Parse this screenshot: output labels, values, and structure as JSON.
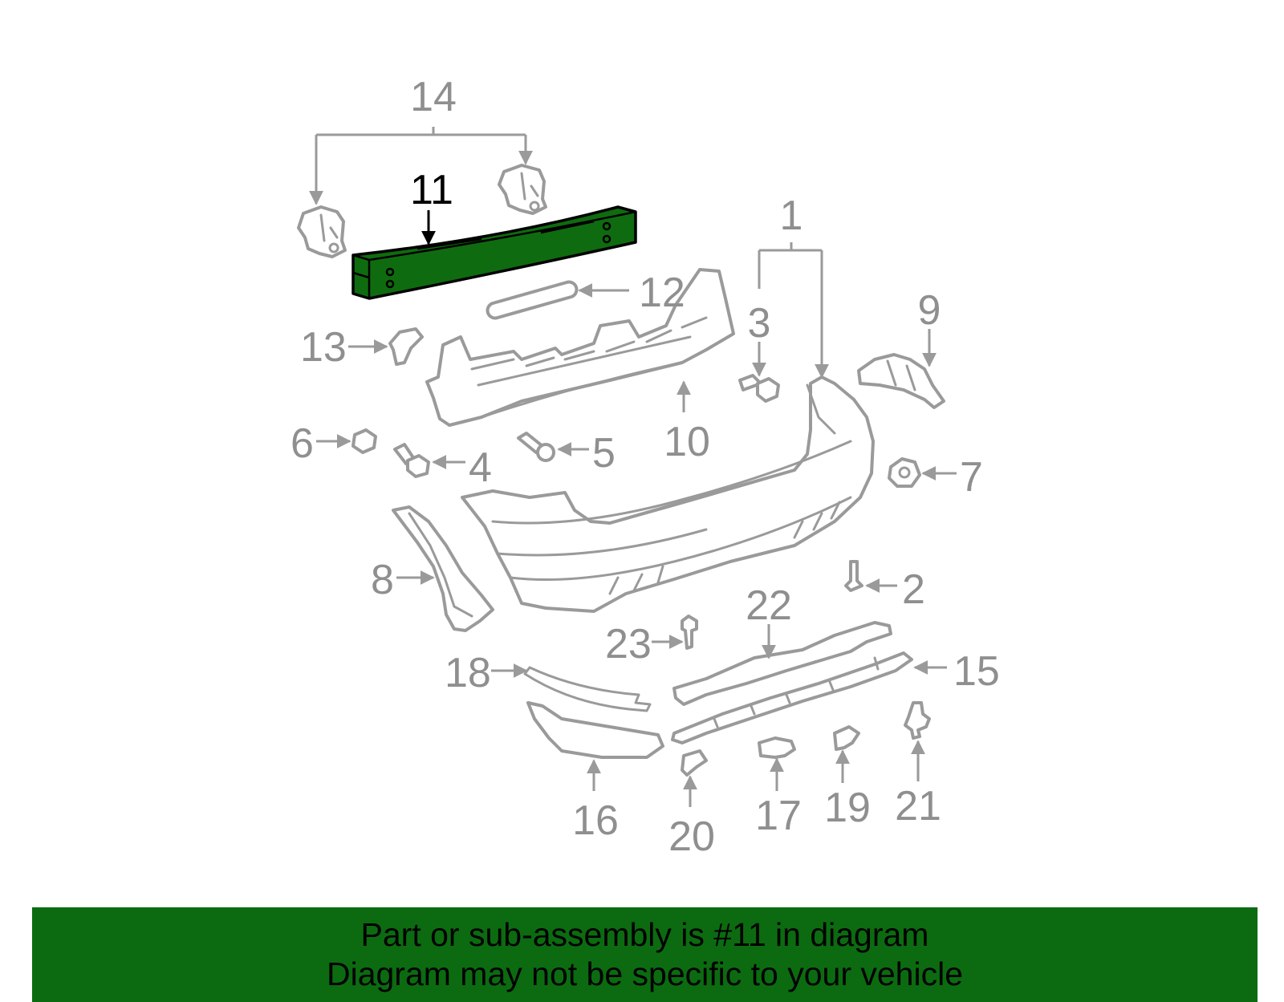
{
  "diagram": {
    "highlight_color": "#0f6b0f",
    "line_color": "#9a9a9a",
    "highlighted_callout": "11",
    "callouts": [
      "1",
      "2",
      "3",
      "4",
      "5",
      "6",
      "7",
      "8",
      "9",
      "10",
      "11",
      "12",
      "13",
      "14",
      "15",
      "16",
      "17",
      "18",
      "19",
      "20",
      "21",
      "22",
      "23"
    ]
  },
  "banner": {
    "line1": "Part or sub-assembly is #11 in diagram",
    "line2": "Diagram may not be specific to your vehicle",
    "background": "#0c6b10"
  }
}
